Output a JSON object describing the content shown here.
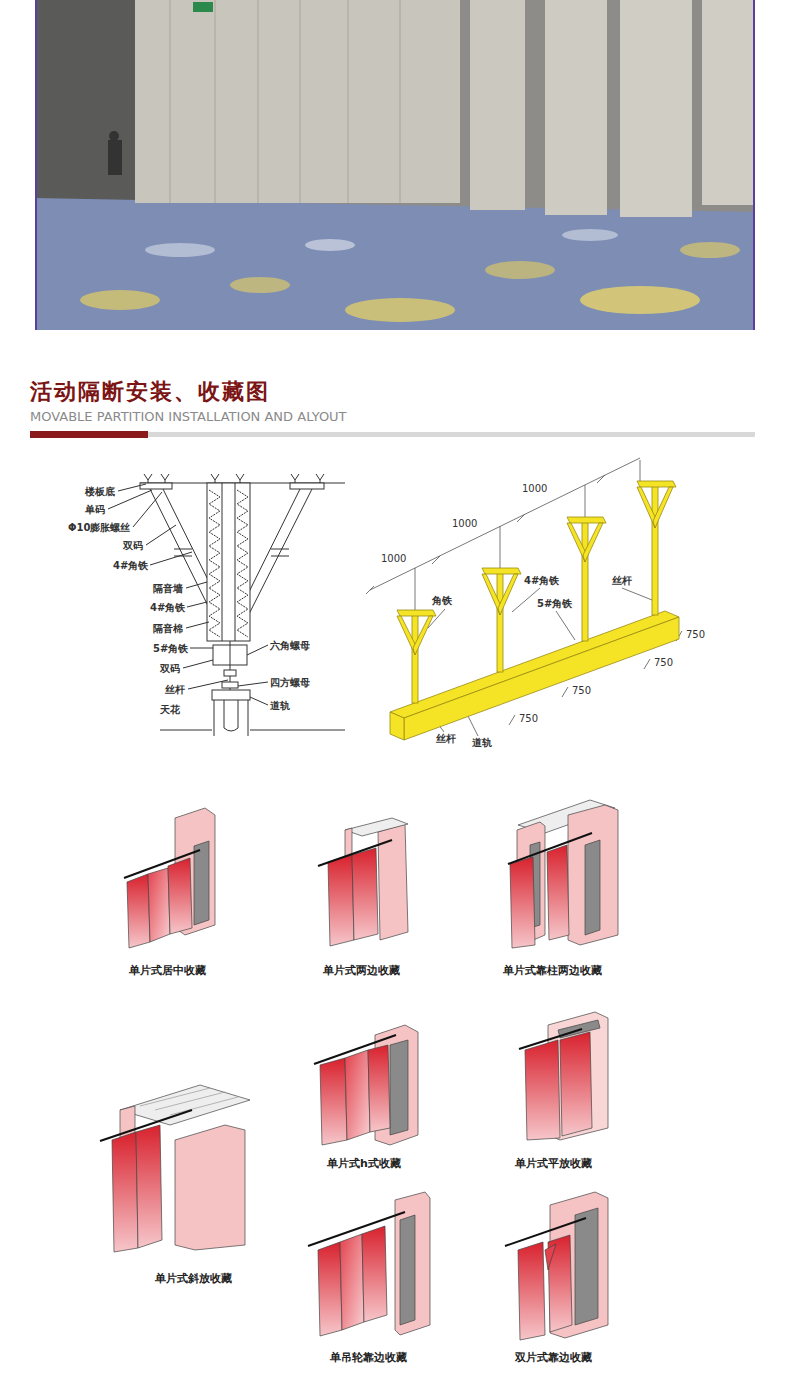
{
  "diagram": {
    "title": "活动隔断安装、收藏图",
    "labels": [
      "MOVABLE PARTITION INSTALLATION AND ALYOUT",
      "楼板底",
      "单码",
      "Φ10膨胀螺丝",
      "双码",
      "4#角铁",
      "隔音墙",
      "4#角铁",
      "隔音棉",
      "5#角铁",
      "双码",
      "丝杆",
      "天花",
      "六角螺母",
      "四方螺母",
      "道轨",
      "1000",
      "1000",
      "1000",
      "角铁",
      "4#角铁",
      "丝杆",
      "5#角铁",
      "750",
      "750",
      "750",
      "750",
      "丝杆",
      "道轨",
      "单片式居中收藏",
      "单片式两边收藏",
      "单片式靠柱两边收藏",
      "单片式h式收藏",
      "单片式平放收藏",
      "单片式斜放收藏",
      "单吊轮靠边收藏",
      "双片式靠边收藏"
    ]
  }
}
